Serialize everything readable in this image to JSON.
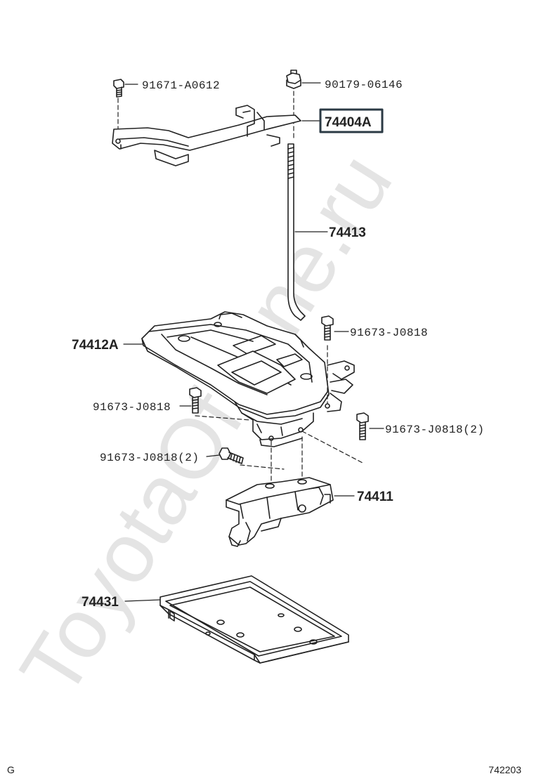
{
  "watermark": "ToyotaOfMine.ru",
  "labels": {
    "p1": "91671-A0612",
    "p2": "90179-06146",
    "p3": "74404A",
    "p4": "74413",
    "p5": "74412A",
    "p6": "91673-J0818",
    "p7": "91673-J0818",
    "p8": "91673-J0818(2)",
    "p9": "91673-J0818(2)",
    "p10": "74411",
    "p11": "74431"
  },
  "footer": {
    "left": "G",
    "right": "742203"
  },
  "colors": {
    "line": "#222222",
    "highlight_border": "#2b3a44",
    "watermark": "#e6e6e6"
  }
}
